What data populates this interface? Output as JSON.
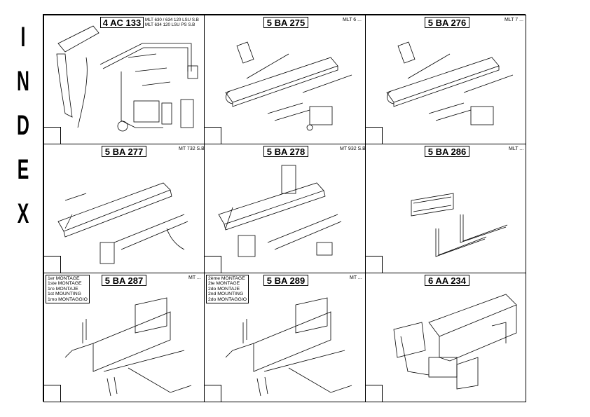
{
  "index_letters": [
    "I",
    "N",
    "D",
    "E",
    "X"
  ],
  "panels": [
    {
      "ref": "4 AC 133",
      "models": [
        "MLT 630 / 634 120 LSU S.B",
        "MLT 634 120 LSU PS S.B"
      ]
    },
    {
      "ref": "5 BA 275",
      "models": [
        "MLT 6 ..."
      ]
    },
    {
      "ref": "5 BA 276",
      "models": [
        "MLT 7 ..."
      ]
    },
    {
      "ref": "5 BA 277",
      "models": [
        "MT 732 S.B"
      ]
    },
    {
      "ref": "5 BA 278",
      "models": [
        "MT 932 S.B"
      ]
    },
    {
      "ref": "5 BA 286",
      "models": [
        "MLT ..."
      ]
    },
    {
      "ref": "5 BA 287",
      "models": [
        "MT ..."
      ],
      "montage": [
        "1er MONTAGE",
        "1ste MONTAGE",
        "1ro MONTAJE",
        "1st MOUNTING",
        "1mo MONTAGGIO"
      ]
    },
    {
      "ref": "5 BA 289",
      "models": [
        "MT ..."
      ],
      "montage": [
        "2ème MONTAGE",
        "2te MONTAGE",
        "2do MONTAJE",
        "2nd MOUNTING",
        "2do MONTAGGIO"
      ]
    },
    {
      "ref": "6 AA 234",
      "models": []
    }
  ]
}
